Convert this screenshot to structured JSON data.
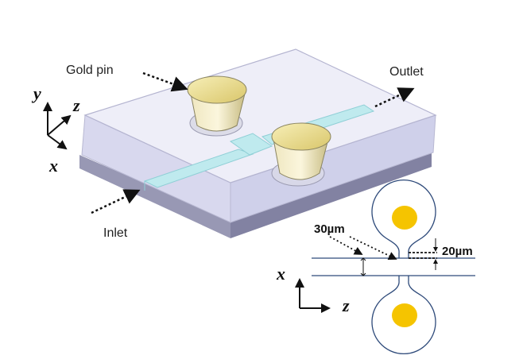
{
  "labels": {
    "gold_pin": "Gold pin",
    "outlet": "Outlet",
    "inlet": "Inlet"
  },
  "axes_3d": {
    "y": "y",
    "z": "z",
    "x": "x"
  },
  "axes_2d": {
    "x": "x",
    "z": "z"
  },
  "dimensions": {
    "gap": "30µm",
    "channel_width": "20µm"
  },
  "colors": {
    "chip_top": "#ebebf6",
    "chip_side": "#cfcfe6",
    "chip_base": "#8c8ca8",
    "channel": "#c9eef0",
    "gold": "#f2e6a2",
    "gold_dot": "#f5c400",
    "schematic_line": "#2e4a7a"
  }
}
